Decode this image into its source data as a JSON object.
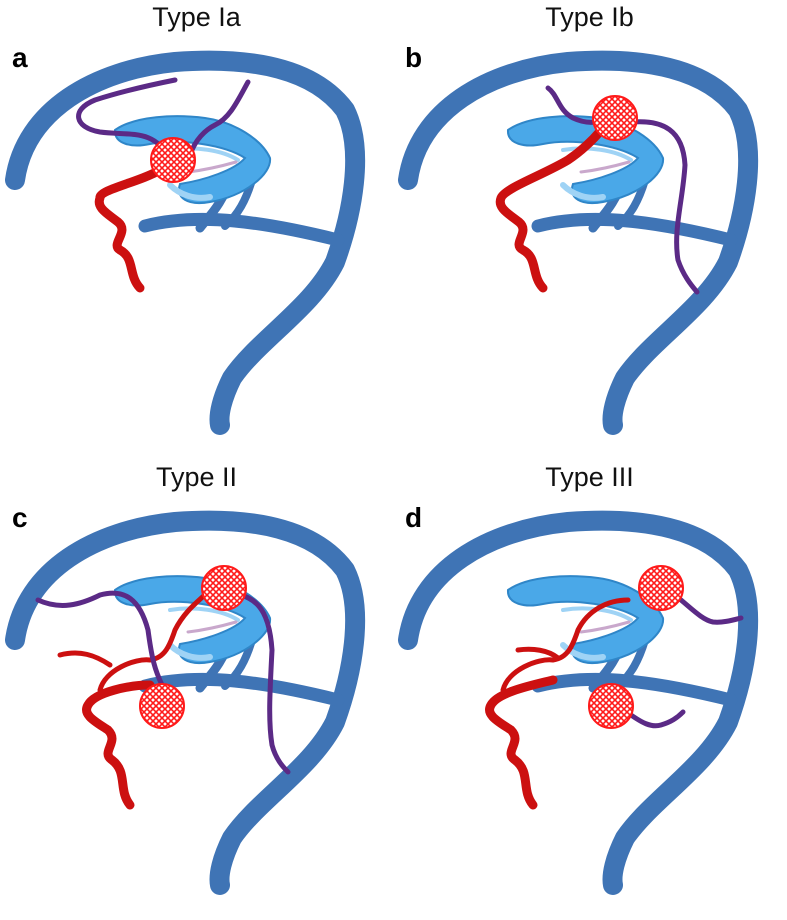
{
  "panels": [
    {
      "letter": "a",
      "title": "Type Ia"
    },
    {
      "letter": "b",
      "title": "Type Ib"
    },
    {
      "letter": "c",
      "title": "Type II"
    },
    {
      "letter": "d",
      "title": "Type III"
    }
  ],
  "colors": {
    "vein": "#3f74b5",
    "ventricle": "#4aa8e8",
    "ventricle_light": "#9fd3f5",
    "artery": "#cc1010",
    "nidus": "#ff1a1a",
    "draining_vein": "#5b2a86"
  }
}
